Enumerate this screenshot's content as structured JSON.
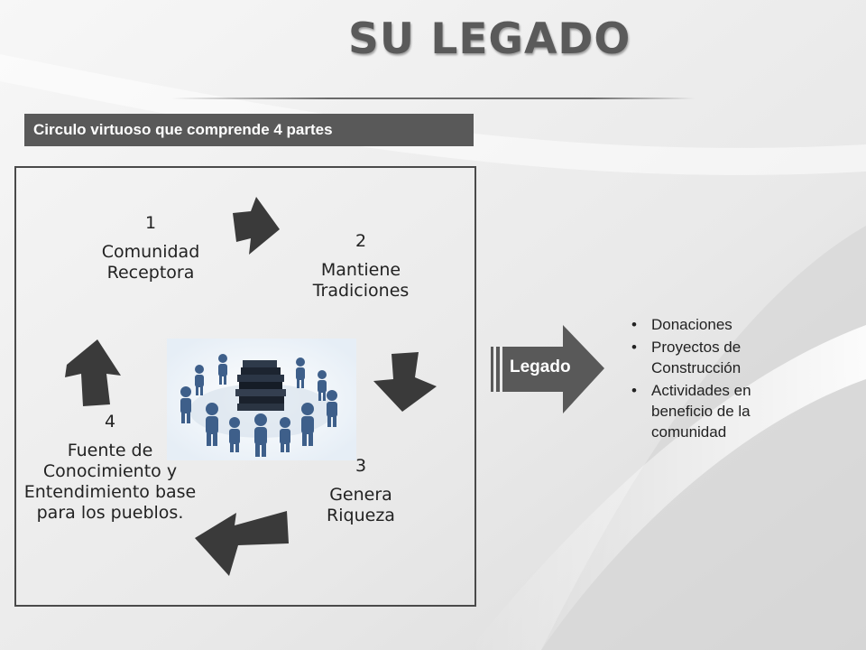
{
  "title": "SU LEGADO",
  "banner": "Circulo virtuoso que comprende 4 partes",
  "cycle": {
    "steps": [
      {
        "num": "1",
        "label": "Comunidad Receptora"
      },
      {
        "num": "2",
        "label": "Mantiene Tradiciones"
      },
      {
        "num": "3",
        "label": "Genera Riqueza"
      },
      {
        "num": "4",
        "label": "Fuente de Conocimiento y Entendimiento base para los pueblos."
      }
    ],
    "arrow_color": "#3a3a3a",
    "image_icon": "people-around-books-icon"
  },
  "legado": {
    "label": "Legado",
    "arrow_color": "#595959",
    "items": [
      "Donaciones",
      "Proyectos de Construcción",
      "Actividades en beneficio de la comunidad"
    ]
  }
}
